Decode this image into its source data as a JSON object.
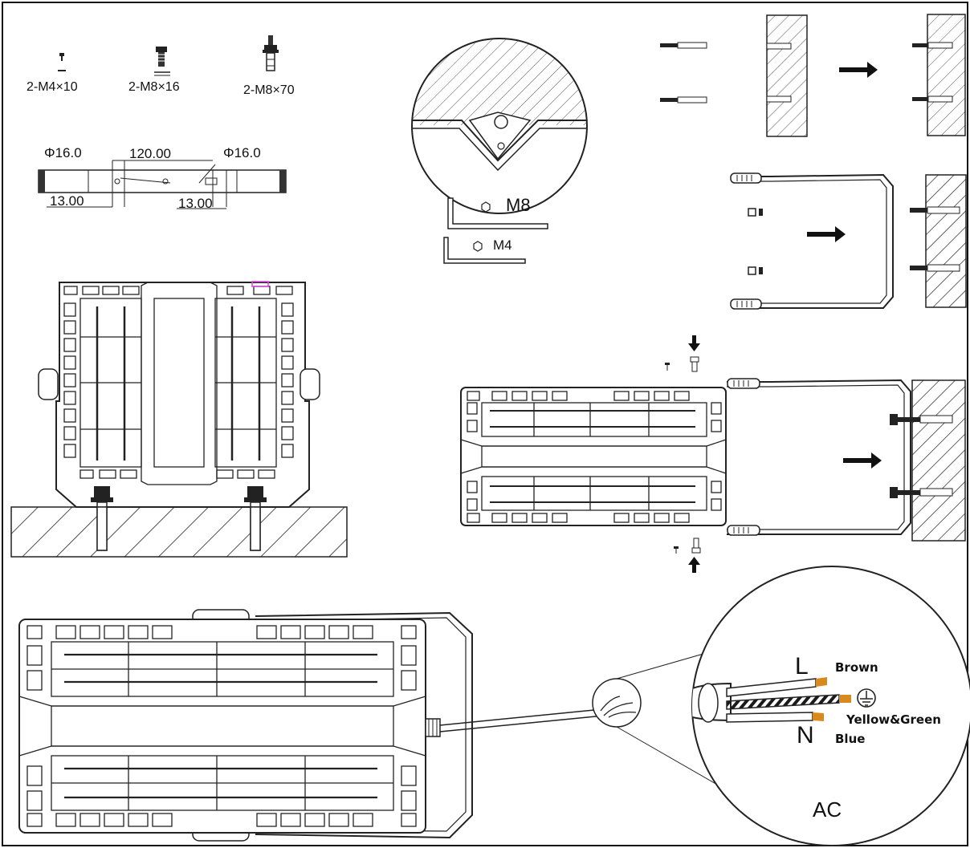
{
  "fasteners": {
    "screw_small": "2-M4×10",
    "bolt_medium": "2-M8×16",
    "anchor_bolt": "2-M8×70"
  },
  "bracket_dimensions": {
    "hole_left": "Φ16.0",
    "hole_spacing": "120.00",
    "hole_right": "Φ16.0",
    "offset_left": "13.00",
    "offset_right": "13.00"
  },
  "hex_keys": {
    "large": "M8",
    "small": "M4"
  },
  "wiring": {
    "live_letter": "L",
    "live_color": "Brown",
    "earth_color": "Yellow&Green",
    "neutral_letter": "N",
    "neutral_color": "Blue",
    "supply": "AC"
  },
  "colors": {
    "line": "#1a1a1a",
    "wire_brown": "#d98a1e",
    "wire_earth_stripe": "#1a1a1a",
    "marker": "#e040e0"
  }
}
